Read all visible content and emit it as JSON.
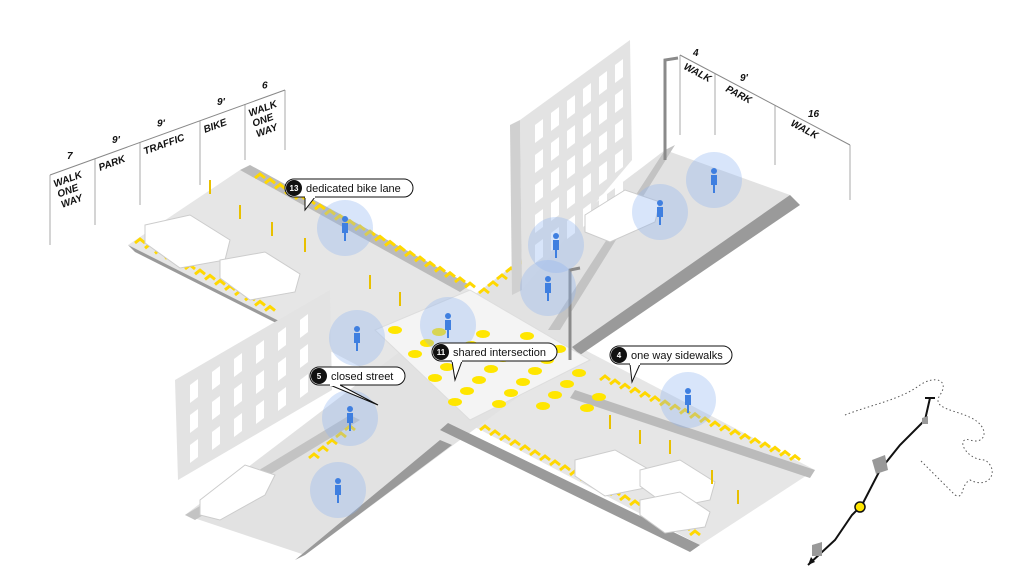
{
  "title": "Street intersection diagram",
  "colors": {
    "road": "#e6e6e6",
    "curb": "#a9a9a9",
    "building": "#e3e3e3",
    "window": "#ffffff",
    "accent": "#ffe600",
    "person": "#3f7fe0",
    "halo": "#8fb4f0"
  },
  "dimensions_left": [
    {
      "value": "7",
      "label": "WALK ONE WAY"
    },
    {
      "value": "9'",
      "label": "PARK"
    },
    {
      "value": "9'",
      "label": "TRAFFIC"
    },
    {
      "value": "9'",
      "label": "BIKE"
    },
    {
      "value": "6",
      "label": "WALK ONE WAY"
    }
  ],
  "dimensions_right": [
    {
      "value": "4",
      "label": "WALK"
    },
    {
      "value": "9'",
      "label": "PARK"
    },
    {
      "value": "16",
      "label": "WALK"
    }
  ],
  "callouts": [
    {
      "number": "13",
      "text": "dedicated bike lane"
    },
    {
      "number": "11",
      "text": "shared intersection"
    },
    {
      "number": "5",
      "text": "closed street"
    },
    {
      "number": "4",
      "text": "one way sidewalks"
    }
  ]
}
